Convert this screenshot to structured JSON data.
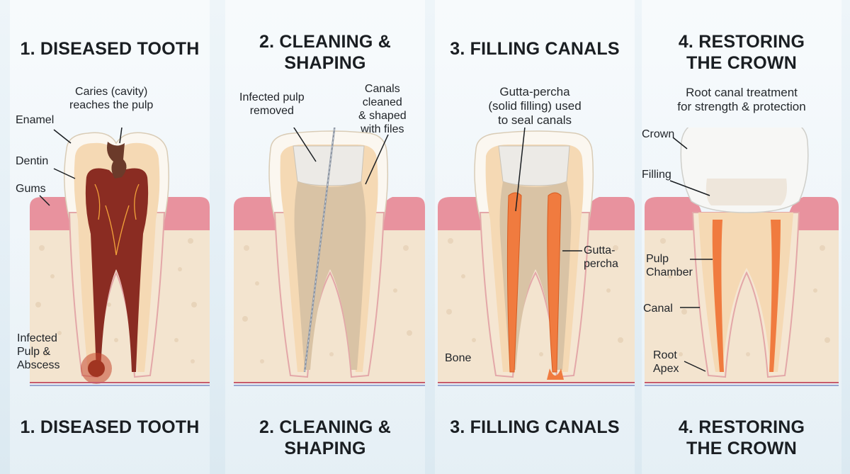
{
  "panels": [
    {
      "top_title": "1. DISEASED TOOTH",
      "bottom_title": "1. DISEASED TOOTH",
      "labels": {
        "caries": "Caries (cavity)\nreaches the pulp",
        "enamel": "Enamel",
        "dentin": "Dentin",
        "gums": "Gums",
        "infected": "Infected\nPulp &\nAbscess"
      }
    },
    {
      "top_title": "2. CLEANING &\nSHAPING",
      "bottom_title": "2. CLEANING &\nSHAPING",
      "labels": {
        "infected_removed": "Infected pulp\nremoved",
        "canals_cleaned": "Canals\ncleaned\n& shaped\nwith files"
      }
    },
    {
      "top_title": "3. FILLING CANALS",
      "bottom_title": "3. FILLING CANALS",
      "labels": {
        "gutta_desc": "Gutta-percha\n(solid filling) used\nto seal canals",
        "gutta_side": "Gutta-\npercha",
        "bone": "Bone"
      }
    },
    {
      "top_title": "4. RESTORING\nTHE CROWN",
      "bottom_title": "4. RESTORING\nTHE CROWN",
      "labels": {
        "desc": "Root canal treatment\nfor strength & protection",
        "crown": "Crown",
        "filling": "Filling",
        "pulp_chamber": "Pulp\nChamber",
        "canal": "Canal",
        "root_apex": "Root\nApex"
      }
    }
  ],
  "colors": {
    "gum": "#e8929e",
    "bone": "#f3e4cf",
    "enamel": "#fbf7f0",
    "dentin": "#f5d9b4",
    "pulp_healthy": "#f3c9a8",
    "pulp_infected": "#8a2c22",
    "gutta": "#f07b3f",
    "crown": "#f7f7f5",
    "accent_text": "#1a1e22"
  }
}
